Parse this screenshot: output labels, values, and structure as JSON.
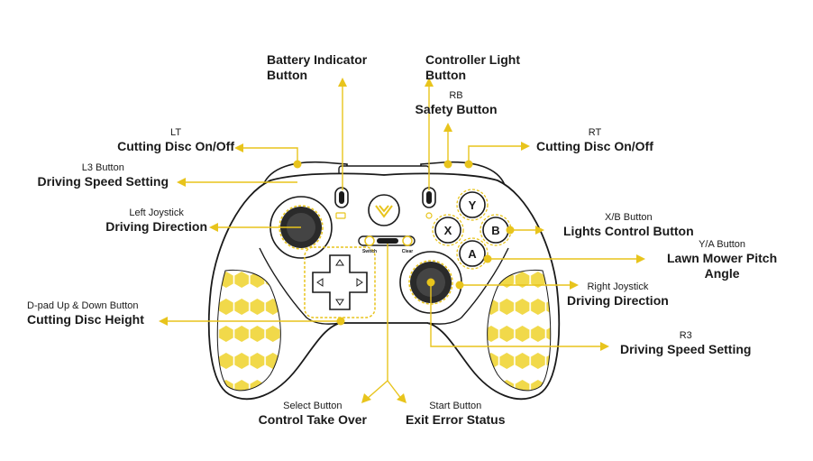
{
  "colors": {
    "accent": "#e8c41c",
    "outline": "#1a1a1a",
    "honeycomb_fill": "#f1d94a"
  },
  "controller_text": {
    "switch": "Switch",
    "clear": "Clear"
  },
  "labels": {
    "battery": {
      "main": "Battery Indicator\nButton"
    },
    "light": {
      "main": "Controller Light\nButton"
    },
    "rb": {
      "sub": "RB",
      "main": "Safety Button"
    },
    "lt": {
      "sub": "LT",
      "main": "Cutting Disc On/Off"
    },
    "rt": {
      "sub": "RT",
      "main": "Cutting Disc On/Off"
    },
    "l3": {
      "sub": "L3 Button",
      "main": "Driving Speed Setting"
    },
    "left_joystick": {
      "sub": "Left Joystick",
      "main": "Driving Direction"
    },
    "xb": {
      "sub": "X/B Button",
      "main": "Lights Control Button"
    },
    "ya": {
      "sub": "Y/A Button",
      "main": "Lawn Mower Pitch\nAngle"
    },
    "right_joystick": {
      "sub": "Right Joystick",
      "main": "Driving Direction"
    },
    "dpad": {
      "sub": "D-pad Up & Down Button",
      "main": "Cutting Disc Height"
    },
    "r3": {
      "sub": "R3",
      "main": "Driving Speed Setting"
    },
    "select": {
      "sub": "Select Button",
      "main": "Control Take Over"
    },
    "start": {
      "sub": "Start Button",
      "main": "Exit Error Status"
    }
  },
  "face_buttons": {
    "y": "Y",
    "x": "X",
    "b": "B",
    "a": "A"
  }
}
